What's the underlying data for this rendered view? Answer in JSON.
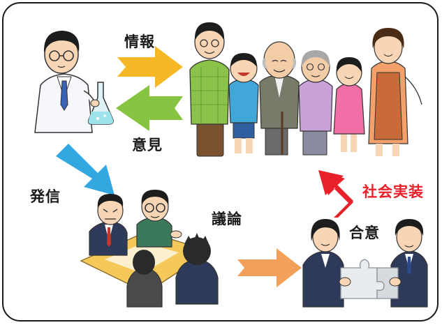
{
  "labels": {
    "info": "情報",
    "opinion": "意見",
    "transmit": "発信",
    "discussion": "議論",
    "agreement": "合意",
    "implementation": "社会実装"
  },
  "colors": {
    "info_arrow": "#f7b825",
    "opinion_arrow": "#86c442",
    "transmit_arrow": "#33a7e0",
    "discussion_arrow": "#f2a05a",
    "implementation_arrow": "#e8202a",
    "implementation_label": "#e8202a",
    "frame": "#1a1a1a"
  },
  "icons": {
    "scientist": "scientist-with-flask-icon",
    "family": "family-group-icon",
    "meeting": "meeting-table-icon",
    "handshake": "puzzle-agreement-icon"
  }
}
